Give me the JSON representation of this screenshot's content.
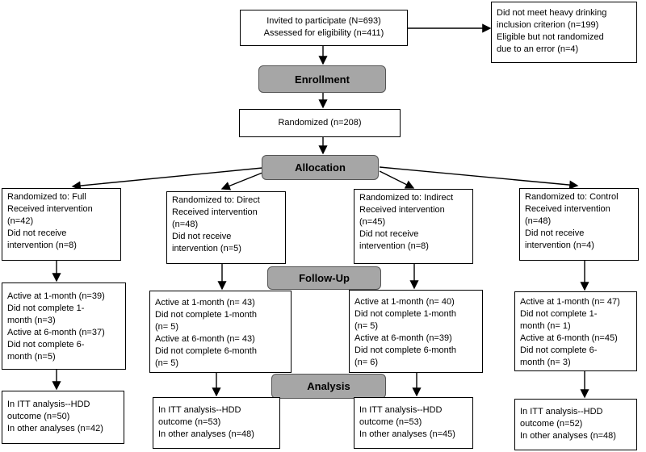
{
  "stages": {
    "enrollment": "Enrollment",
    "allocation": "Allocation",
    "follow_up": "Follow-Up",
    "analysis": "Analysis"
  },
  "invited": "Invited to participate (N=693)\nAssessed for eligibility (n=411)",
  "excluded": "Did not meet heavy drinking\ninclusion criterion (n=199)\nEligible but not randomized\ndue to an error (n=4)",
  "randomized": "Randomized (n=208)",
  "arms": [
    {
      "allocation": "Randomized to: Full\nReceived intervention\n(n=42)\nDid not receive\nintervention (n=8)",
      "follow_up": "Active at 1-month (n=39)\nDid not complete 1-\nmonth (n=3)\nActive at 6-month (n=37)\nDid not complete 6-\nmonth (n=5)",
      "analysis": "In ITT analysis--HDD\noutcome (n=50)\nIn other analyses (n=42)"
    },
    {
      "allocation": "Randomized to: Direct\nReceived intervention\n(n=48)\nDid not receive\nintervention (n=5)",
      "follow_up": "Active at 1-month (n= 43)\nDid not complete 1-month\n(n= 5)\nActive at 6-month (n= 43)\nDid not complete 6-month\n(n= 5)",
      "analysis": "In ITT analysis--HDD\noutcome (n=53)\nIn other analyses (n=48)"
    },
    {
      "allocation": "Randomized to: Indirect\nReceived intervention\n(n=45)\nDid not receive\nintervention (n=8)",
      "follow_up": "Active at 1-month (n= 40)\nDid not complete 1-month\n(n= 5)\nActive at 6-month (n=39)\nDid not complete 6-month\n(n= 6)",
      "analysis": "In ITT analysis--HDD\noutcome (n=53)\nIn other analyses (n=45)"
    },
    {
      "allocation": "Randomized to: Control\nReceived intervention\n(n=48)\nDid not receive\nintervention (n=4)",
      "follow_up": "Active at 1-month (n= 47)\nDid not complete 1-\nmonth (n= 1)\nActive at 6-month (n=45)\nDid not complete 6-\nmonth (n= 3)",
      "analysis": "In ITT analysis--HDD\noutcome (n=52)\nIn other analyses (n=48)"
    }
  ]
}
